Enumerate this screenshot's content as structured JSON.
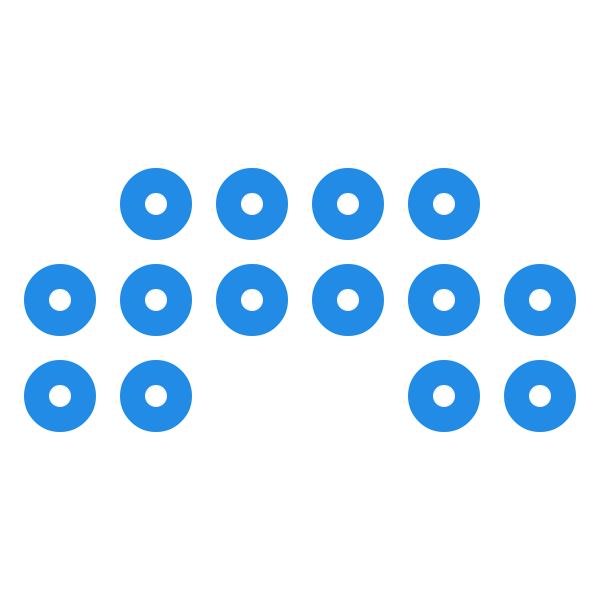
{
  "pattern": {
    "shape": "ring",
    "color": "#228be6",
    "background": "#ffffff",
    "rows": [
      [
        0,
        1,
        1,
        1,
        1,
        0
      ],
      [
        1,
        1,
        1,
        1,
        1,
        1
      ],
      [
        1,
        1,
        0,
        0,
        1,
        1
      ]
    ]
  }
}
